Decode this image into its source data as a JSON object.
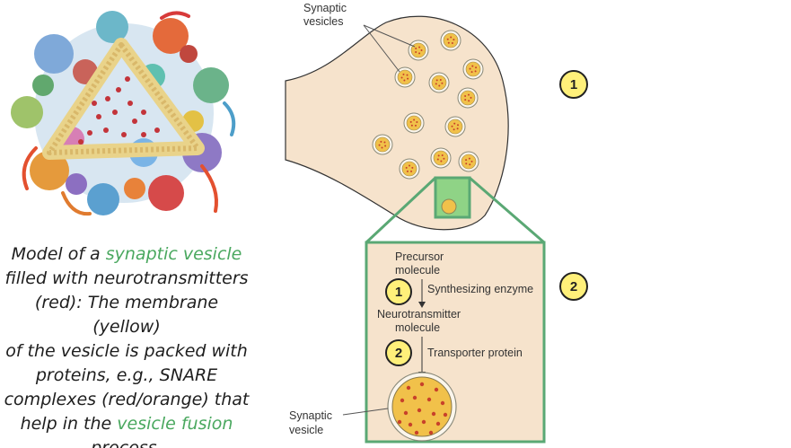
{
  "caption": {
    "line1_pre": "Model of a ",
    "line1_hl": "synaptic vesicle",
    "line2": "filled with neurotransmitters",
    "line3": "(red): The membrane (yellow)",
    "line4": "of the vesicle is packed with",
    "line5": "proteins, e.g., SNARE",
    "line6": "complexes (red/orange) that",
    "line7_pre": "help in the ",
    "line7_hl": "vesicle fusion",
    "line8": "process."
  },
  "diagram": {
    "top_label_line1": "Synaptic",
    "top_label_line2": "vesicles",
    "precursor_line1": "Precursor",
    "precursor_line2": "molecule",
    "enzyme": "Synthesizing enzyme",
    "neuro_line1": "Neurotransmitter",
    "neuro_line2": "molecule",
    "transporter": "Transporter protein",
    "bottom_label_line1": "Synaptic",
    "bottom_label_line2": "vesicle",
    "step1": "1",
    "step2": "2",
    "badge1": "1",
    "badge2": "2"
  },
  "colors": {
    "terminal_fill": "#f6e3cc",
    "zoom_green": "#5aa874",
    "vesicle_fill": "#f1c14a",
    "dot_red": "#c8412a",
    "badge_yellow": "#fff07a",
    "caption_highlight": "#4aa85f"
  }
}
